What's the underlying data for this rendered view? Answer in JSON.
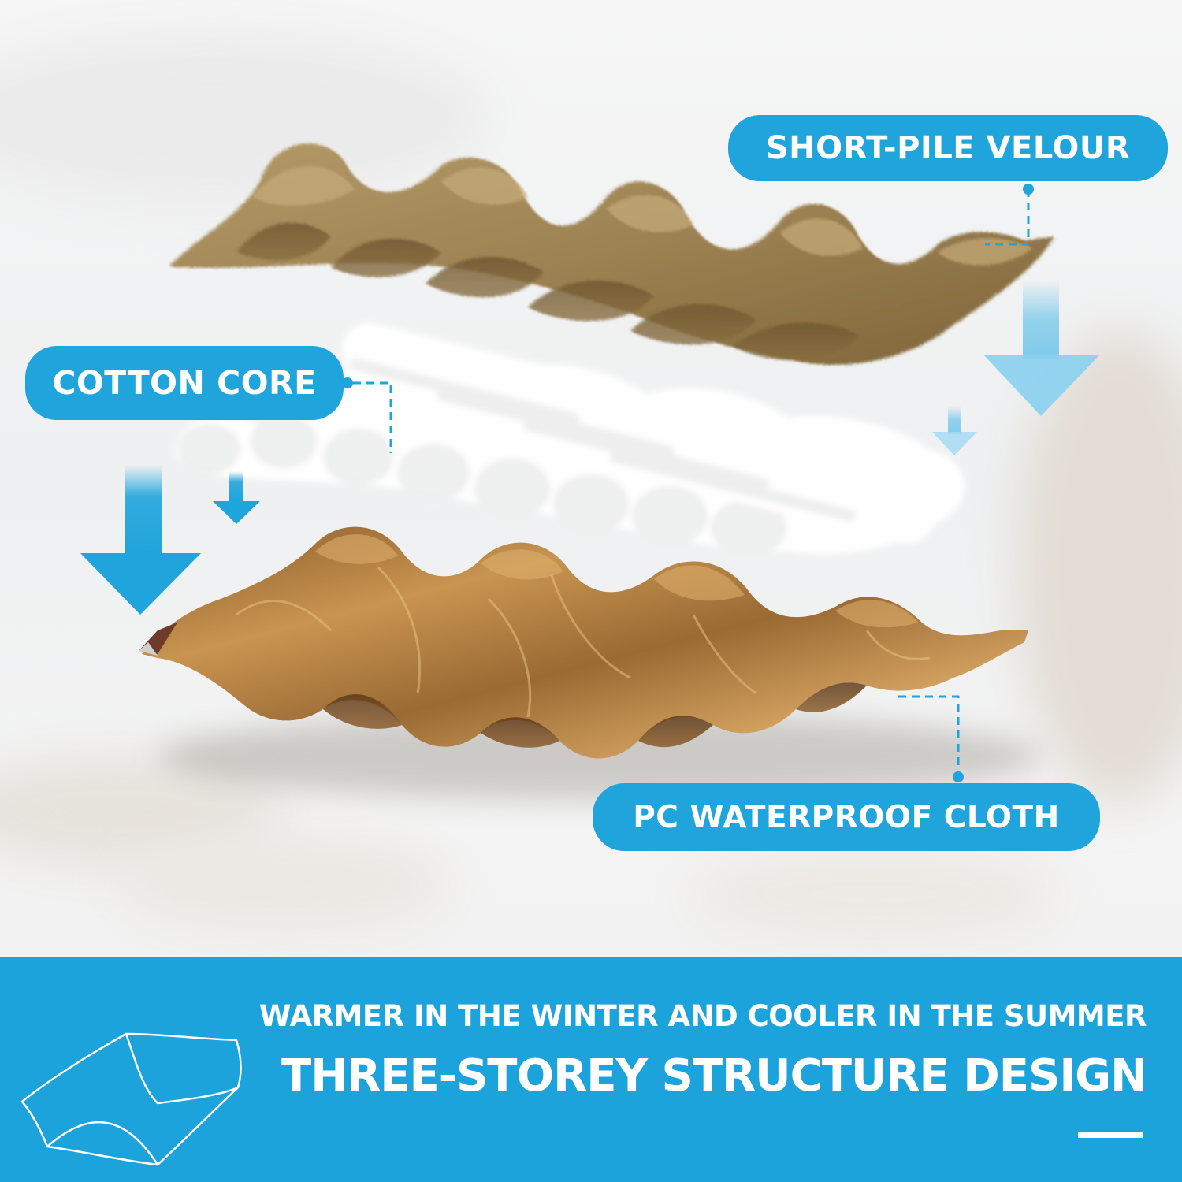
{
  "labels": {
    "top": "SHORT-PILE VELOUR",
    "middle": "COTTON CORE",
    "bottom": "PC WATERPROOF CLOTH"
  },
  "banner": {
    "line1": "WARMER IN THE WINTER AND COOLER IN THE SUMMER",
    "line2": "THREE-STOREY STRUCTURE DESIGN"
  },
  "colors": {
    "accent": "#1fa4dc",
    "velour": "#9e8456",
    "cotton": "#ffffff",
    "camo": "#b5813e"
  },
  "icons": {
    "pillow_outline": "pillow-outline-icon",
    "arrows": "arrow-down-icon"
  }
}
